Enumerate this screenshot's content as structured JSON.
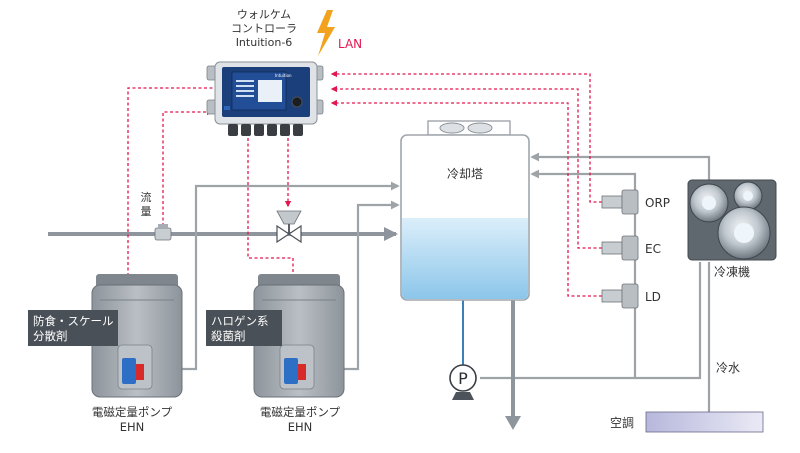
{
  "controller": {
    "name_line1": "ウォルケム",
    "name_line2": "コントローラ",
    "name_line3": "Intuition-6",
    "lan_label": "LAN",
    "screen_brand": "Intuition"
  },
  "flow_meter": {
    "label_line1": "流",
    "label_line2": "量"
  },
  "tower": {
    "label": "冷却塔"
  },
  "sensors": {
    "orp_label": "ORP",
    "ec_label": "EC",
    "ld_label": "LD"
  },
  "chiller": {
    "label": "冷凍機",
    "chilled_water_label": "冷水"
  },
  "air_conditioner": {
    "label": "空調"
  },
  "pump_left": {
    "chemical_line1": "防食・スケール",
    "chemical_line2": "分散剤",
    "name": "電磁定量ポンプ",
    "model": "EHN"
  },
  "pump_right": {
    "chemical_line1": "ハロゲン系",
    "chemical_line2": "殺菌剤",
    "name": "電磁定量ポンプ",
    "model": "EHN"
  },
  "circulation_pump": {
    "symbol": "P"
  },
  "colors": {
    "signal_line": "#e2174f",
    "pipe": "#9ea3a8",
    "lan_bolt": "#f2a21c",
    "water_top": "#dbeefa",
    "water_bottom": "#8cc6ea",
    "air_conditioner_fill": "#cfcfe8"
  },
  "icons": {
    "lan": "lightning-bolt-icon",
    "circulation_pump": "circulation-pump-icon",
    "valve": "motorized-valve-icon",
    "fan": "cooling-fan-icon"
  }
}
